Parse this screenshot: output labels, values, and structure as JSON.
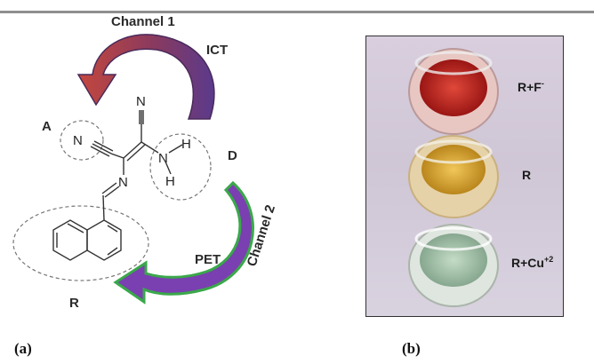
{
  "panel_a": {
    "channel1_label": "Channel 1",
    "ict_label": "ICT",
    "channel2_label": "Channel 2",
    "pet_label": "PET",
    "site_a_label": "A",
    "site_d_label": "D",
    "site_r_label": "R",
    "atom_n_top": "N",
    "atom_n_left": "N",
    "atom_n_imine": "N",
    "atom_n_amine": "N",
    "atom_h_top": "H",
    "atom_h_bottom": "H",
    "caption": "(a)"
  },
  "panel_b": {
    "vial_top_base": "R+F",
    "vial_top_sup": "-",
    "vial_mid_label": "R",
    "vial_bottom_base": "R+Cu",
    "vial_bottom_sup": "+2",
    "caption": "(b)"
  },
  "colors": {
    "arrow1_start": "#c4473d",
    "arrow1_end": "#5a3a8c",
    "arrow2_fill": "#7a3fb0",
    "arrow2_outline": "#3aa84a",
    "red_solution": "#b8201c",
    "yellow_solution": "#d9a628",
    "green_solution": "#9fbfa6"
  }
}
